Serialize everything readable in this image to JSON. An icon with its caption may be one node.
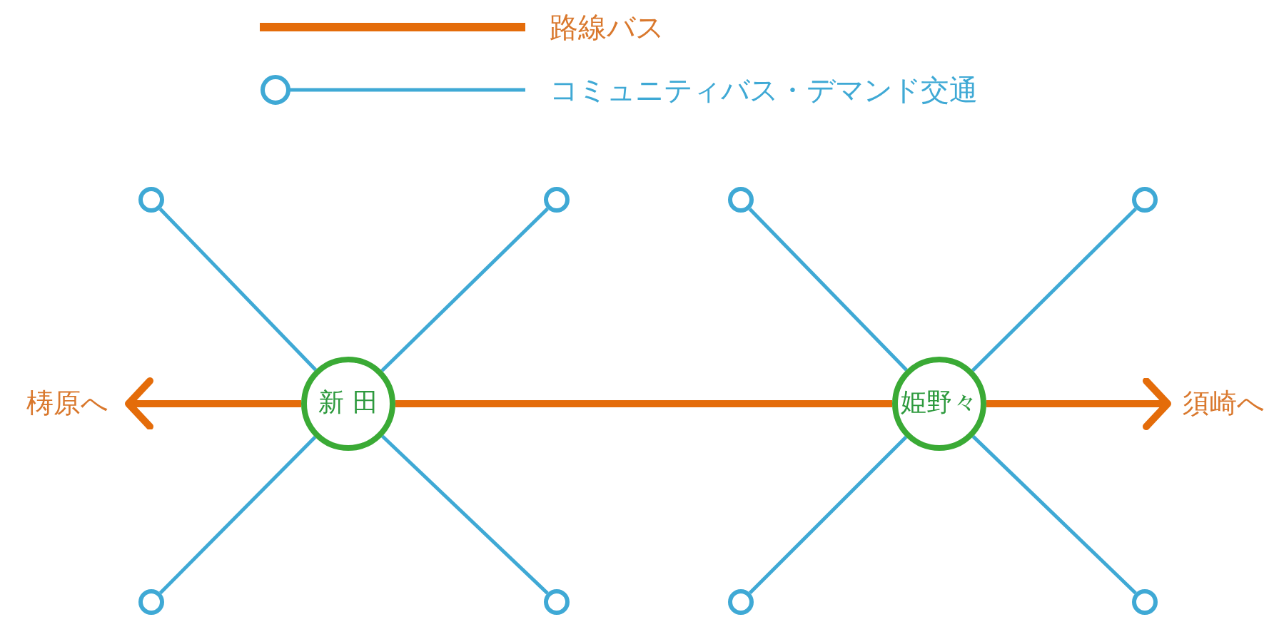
{
  "diagram": {
    "nodes": [
      {
        "text": [
          "新 田"
        ]
      },
      {
        "text": [
          "姫野々"
        ]
      },
      {
        "text": [
          "梼原へ"
        ]
      },
      {
        "text": [
          "須崎へ"
        ]
      },
      {
        "text": [],
        "shape": "circle"
      },
      {
        "text": [],
        "shape": "circle"
      },
      {
        "text": [],
        "shape": "circle"
      },
      {
        "text": [],
        "shape": "circle"
      },
      {
        "text": [],
        "shape": "circle"
      },
      {
        "text": [],
        "shape": "circle"
      },
      {
        "text": [],
        "shape": "circle"
      },
      {
        "text": [],
        "shape": "circle"
      }
    ],
    "edges": [
      {
        "from": 0,
        "to": 1,
        "arrow": "none",
        "style": "thick",
        "color": "#e46c0a"
      },
      {
        "from": 0,
        "to": 2,
        "arrow": "to",
        "style": "thick",
        "color": "#e46c0a"
      },
      {
        "from": 1,
        "to": 3,
        "arrow": "to",
        "style": "thick",
        "color": "#e46c0a"
      },
      {
        "from": 0,
        "to": 4,
        "arrow": "none"
      },
      {
        "from": 0,
        "to": 5,
        "arrow": "none"
      },
      {
        "from": 0,
        "to": 8,
        "arrow": "none"
      },
      {
        "from": 0,
        "to": 9,
        "arrow": "none"
      },
      {
        "from": 1,
        "to": 6,
        "arrow": "none"
      },
      {
        "from": 1,
        "to": 7,
        "arrow": "none"
      },
      {
        "from": 1,
        "to": 10,
        "arrow": "none"
      },
      {
        "from": 1,
        "to": 11,
        "arrow": "none"
      }
    ],
    "legend": [
      {
        "text": "路線バス"
      },
      {
        "text": "コミュニティバス・デマンド交通"
      }
    ]
  }
}
